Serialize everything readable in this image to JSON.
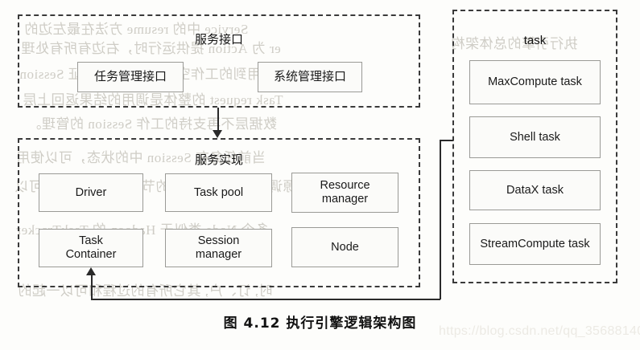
{
  "figure": {
    "caption": "图 4.12   执行引擎逻辑架构图",
    "watermark": "https://blog.csdn.net/qq_35688140"
  },
  "groups": {
    "service_interface": {
      "title": "服务接口",
      "nodes": [
        {
          "label": "任务管理接口"
        },
        {
          "label": "系统管理接口"
        }
      ]
    },
    "service_implementation": {
      "title": "服务实现",
      "nodes": [
        {
          "label": "Driver"
        },
        {
          "label": "Task pool"
        },
        {
          "label": "Resource\nmanager"
        },
        {
          "label": "Task\nContainer"
        },
        {
          "label": "Session\nmanager"
        },
        {
          "label": "Node"
        }
      ]
    },
    "task": {
      "title": "task",
      "nodes": [
        {
          "label": "MaxCompute task"
        },
        {
          "label": "Shell task"
        },
        {
          "label": "DataX task"
        },
        {
          "label": "StreamCompute task"
        }
      ]
    }
  },
  "bleed_text": [
    {
      "text": "Service 中的 resume 方法在最左边的"
    },
    {
      "text": "er 为 Action 提供运行时，右边有所有处理"
    },
    {
      "text": "和引用到的工作空间 Session 来保证 Session"
    },
    {
      "text": "Task request 的整体是调用的结果返回上层"
    },
    {
      "text": "数据层不再支持的工作 Session 的管理。"
    },
    {
      "text": "当前任务在 Session 中的状态，可以使用"
    },
    {
      "text": "资源调度, Node 是运行的节点，单个资源上可以"
    },
    {
      "text": "多个 Node 类似于 Hadoop 的 TaskTracker"
    },
    {
      "text": "时, 订、户, 其它所有的过程和可以一起的"
    },
    {
      "text": "执行引擎的总体架构"
    }
  ]
}
